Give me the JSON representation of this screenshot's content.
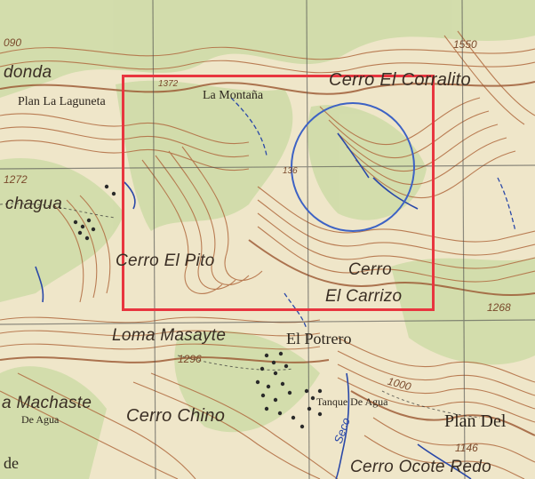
{
  "map": {
    "labels": {
      "donda": "donda",
      "plan_la_laguneta": "Plan La Laguneta",
      "la_montana": "La Montaña",
      "cerro_el_corralito": "Cerro El Corralito",
      "chagua": "chagua",
      "cerro_el_pito": "Cerro El Pito",
      "cerro": "Cerro",
      "el_carrizo": "El Carrizo",
      "loma_masayte": "Loma Masayte",
      "el_potrero": "El Potrero",
      "machaste": "a Machaste",
      "de_agua": "De Agua",
      "cerro_chino": "Cerro Chino",
      "tanque_de_agua": "Tanque De Agua",
      "plan_del": "Plan Del",
      "cerro_ocote_redo": "Cerro Ocote Redo",
      "de": "de",
      "seco": "Seco"
    },
    "elevations": {
      "e090": "090",
      "e1372": "1372",
      "e1550": "1550",
      "e1272": "1272",
      "e1136": "136",
      "e1268": "1268",
      "e1296": "1296",
      "e1000": "1000",
      "e1146": "1146"
    },
    "colors": {
      "paper": "#efe6c9",
      "forest": "#cfdca8",
      "contour": "#b06a3f",
      "grid": "#4a4a4a",
      "water": "#2a48a8",
      "study_box": "#e8353f",
      "highlight_circle": "#3d62c4"
    }
  }
}
